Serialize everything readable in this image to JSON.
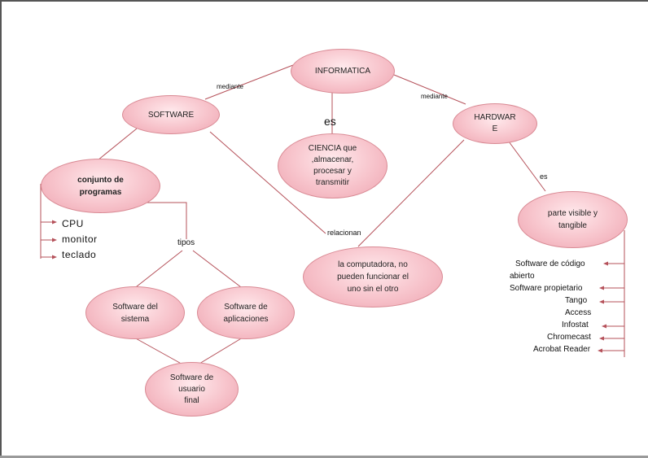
{
  "nodes": {
    "informatica": "INFORMATICA",
    "software": "SOFTWARE",
    "hardware": "HARDWAR\nE",
    "ciencia": "CIENCIA que\n,almacenar,\nprocesar y\ntransmitir",
    "conjunto": "conjunto de\nprogramas",
    "parte_visible": "parte visible y\ntangible",
    "computadora": "la computadora, no\npueden funcionar el\nuno sin el otro",
    "software_sistema": "Software del\nsistema",
    "software_aplicaciones": "Software de\naplicaciones",
    "software_usuario": "Software de\nusuario\nfinal"
  },
  "labels": {
    "mediante_left": "mediante",
    "mediante_right": "mediante",
    "es_center": "es",
    "es_right": "es",
    "relacionan": "relacionan",
    "tipos": "tipos"
  },
  "software_items": [
    "CPU",
    "monitor",
    "teclado"
  ],
  "hardware_items": [
    "Software de código",
    "abierto",
    "Software propietario",
    "Tango",
    "Access",
    "Infostat",
    "Chromecast",
    "Acrobat Reader"
  ],
  "colors": {
    "line": "#b5515a",
    "node_fill": "#f7c3cb",
    "node_border": "#d98a94"
  }
}
